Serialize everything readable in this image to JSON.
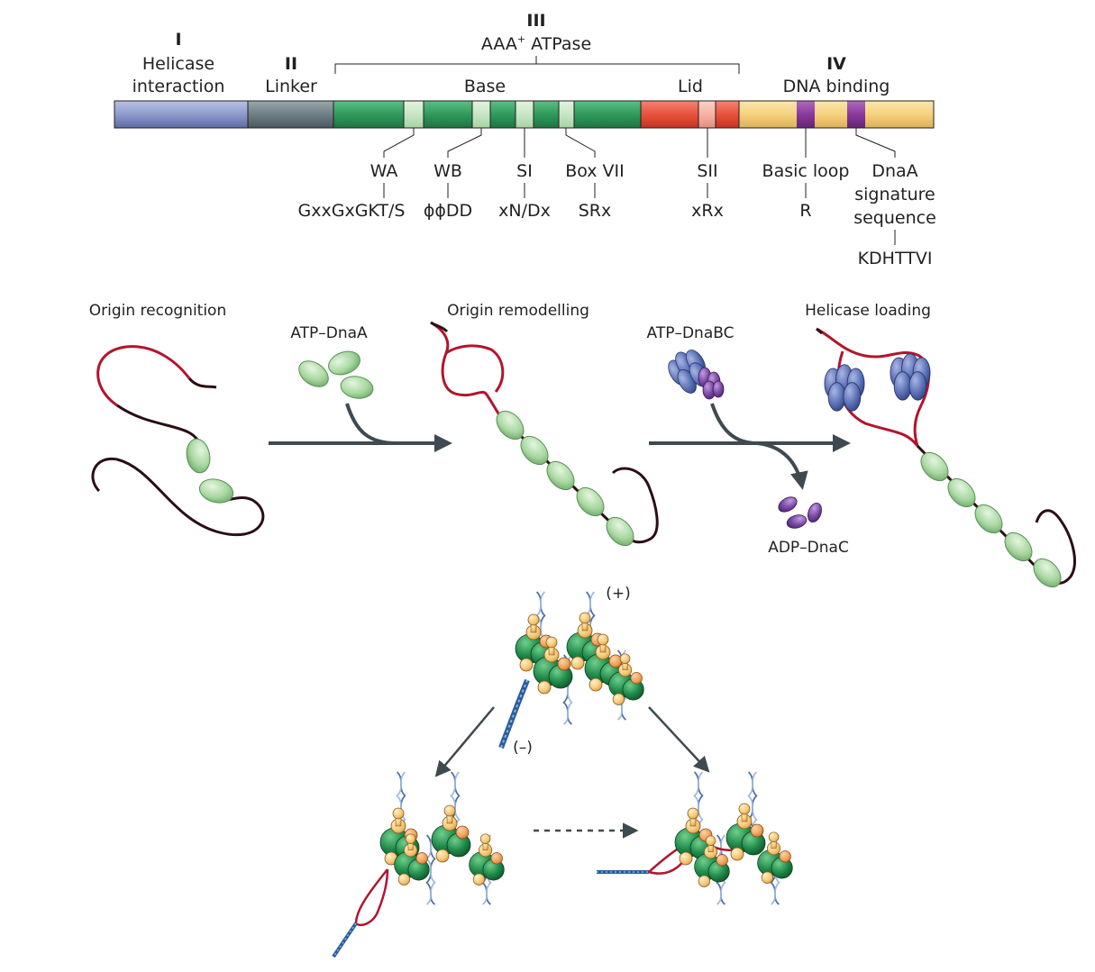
{
  "domain_diagram": {
    "domain1_num": "I",
    "domain1_line1": "Helicase",
    "domain1_line2": "interaction",
    "domain2_num": "II",
    "domain2_name": "Linker",
    "domain3_num": "III",
    "domain3_name_pre": "AAA",
    "domain3_name_sup": "+",
    "domain3_name_post": " ATPase",
    "base_label": "Base",
    "lid_label": "Lid",
    "domain4_num": "IV",
    "domain4_name": "DNA binding",
    "motifs": [
      {
        "name": "WA",
        "seq": "GxxGxGKT/S"
      },
      {
        "name": "WB",
        "seq": "ϕϕDD"
      },
      {
        "name": "SI",
        "seq": "xN/Dx"
      },
      {
        "name": "Box VII",
        "seq": "SRx"
      },
      {
        "name": "SII",
        "seq": "xRx"
      },
      {
        "name": "Basic loop",
        "seq": "R"
      }
    ],
    "signature_line1": "DnaA",
    "signature_line2": "signature",
    "signature_line3": "sequence",
    "signature_seq": "KDHTTVI"
  },
  "pathway": {
    "step1": "Origin recognition",
    "reagent1": "ATP–DnaA",
    "step2": "Origin remodelling",
    "reagent2": "ATP–DnaBC",
    "step3": "Helicase loading",
    "product": "ADP–DnaC"
  },
  "filament": {
    "plus": "(+)",
    "minus": "(–)"
  },
  "colors": {
    "domain1": "#8e9bcc",
    "domain2": "#6f7f86",
    "domain3_base": "#2e9a5b",
    "motif_box": "#c7e6c4",
    "lid": "#e8523d",
    "domain4": "#f4d27e",
    "basic_motif": "#8b3a9b",
    "dnaa_green": "#a8d8a0",
    "dna_red": "#b3142e",
    "dna_dark": "#2a0f14",
    "helicase_blue": "#5e74b8",
    "dnac_purple": "#7a4aa5",
    "arrow": "#3f4a50"
  }
}
